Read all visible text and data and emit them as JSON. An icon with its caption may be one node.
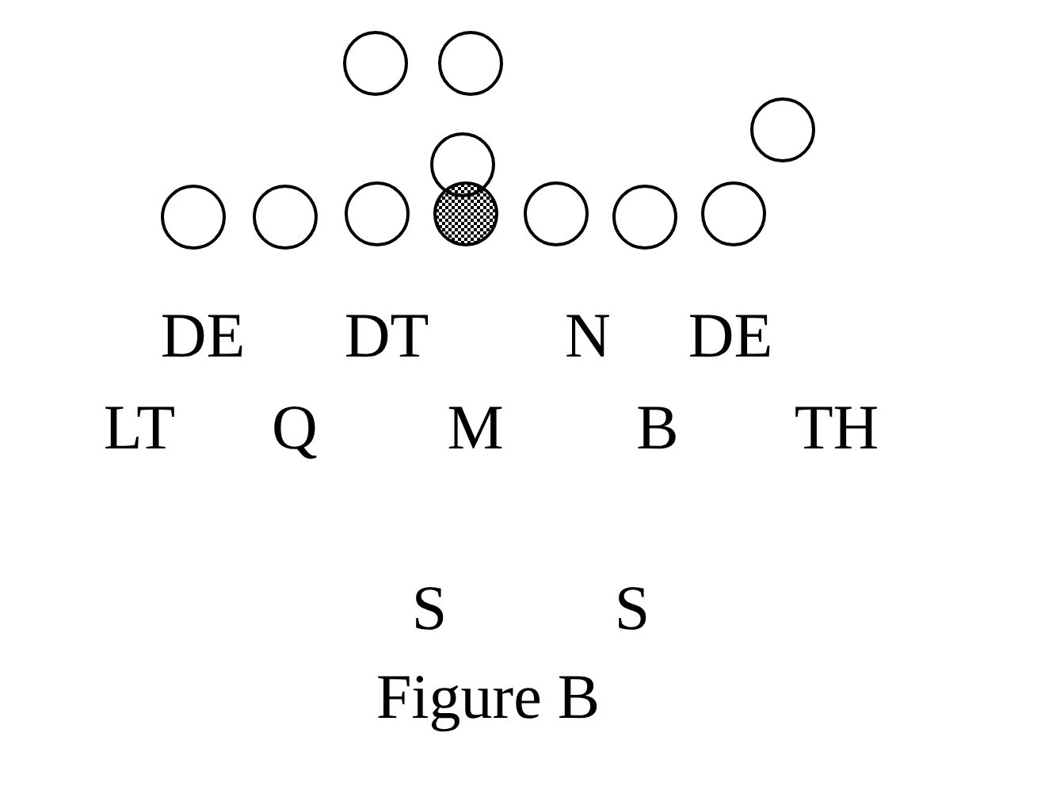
{
  "diagram": {
    "caption": "Figure B",
    "nodes": [
      {
        "text": [],
        "shape": "circle"
      },
      {
        "text": [],
        "shape": "circle"
      },
      {
        "text": [],
        "shape": "circle"
      },
      {
        "text": [],
        "shape": "circle"
      },
      {
        "text": [],
        "shape": "circle"
      },
      {
        "text": [],
        "shape": "circle"
      },
      {
        "text": [],
        "shape": "circle"
      },
      {
        "text": [],
        "shape": "ball"
      },
      {
        "text": [],
        "shape": "circle"
      },
      {
        "text": [],
        "shape": "circle"
      },
      {
        "text": [],
        "shape": "circle"
      }
    ],
    "labels": [
      "DE",
      "DT",
      "N",
      "DE",
      "LT",
      "Q",
      "M",
      "B",
      "TH",
      "S",
      "S"
    ]
  }
}
